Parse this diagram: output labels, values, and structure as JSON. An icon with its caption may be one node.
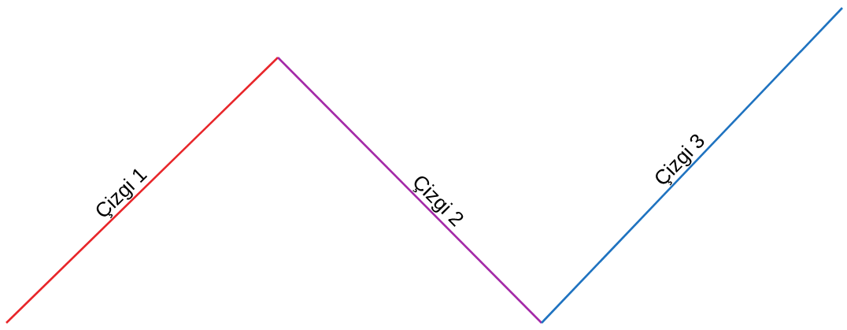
{
  "diagram": {
    "labels": [
      "Çizgi 1",
      "Çizgi 2",
      "Çizgi 3"
    ]
  }
}
